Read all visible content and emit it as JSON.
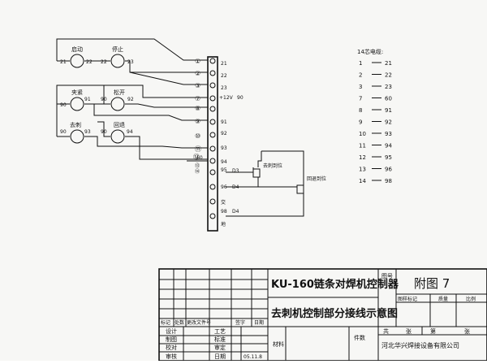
{
  "diagram": {
    "switches": [
      {
        "label": "启动",
        "left": "21",
        "right": "22"
      },
      {
        "label": "停止",
        "left": "22",
        "right": "23"
      },
      {
        "label": "夹紧",
        "left": "90",
        "right": "91"
      },
      {
        "label": "松开",
        "left": "90",
        "right": "92"
      },
      {
        "label": "去刺",
        "left": "90",
        "right": "93"
      },
      {
        "label": "回退",
        "left": "90",
        "right": "94"
      }
    ],
    "wire_numbers": [
      "①",
      "②",
      "③",
      "⑦",
      "⑧",
      "⑨",
      "⑩",
      "⑪",
      "⑫",
      "⑬",
      "⑭"
    ],
    "terminals": [
      "21",
      "22",
      "23",
      "+12V",
      "90",
      "91",
      "92",
      "93",
      "94",
      "95",
      "D3",
      "96",
      "D4",
      "交",
      "98",
      "地"
    ],
    "terminal_side_labels": {
      "t95": "D3",
      "t96": "D4",
      "t98": "D4"
    },
    "limit_switches": [
      {
        "label": "去刺到位"
      },
      {
        "label": "回退到位"
      }
    ],
    "wire_label_60": "60",
    "cable_title": "14芯电缆:",
    "cable_map": [
      {
        "core": "1",
        "terminal": "21"
      },
      {
        "core": "2",
        "terminal": "22"
      },
      {
        "core": "3",
        "terminal": "23"
      },
      {
        "core": "7",
        "terminal": "60"
      },
      {
        "core": "8",
        "terminal": "91"
      },
      {
        "core": "9",
        "terminal": "92"
      },
      {
        "core": "10",
        "terminal": "93"
      },
      {
        "core": "11",
        "terminal": "94"
      },
      {
        "core": "12",
        "terminal": "95"
      },
      {
        "core": "13",
        "terminal": "96"
      },
      {
        "core": "14",
        "terminal": "98"
      }
    ]
  },
  "title_block": {
    "product": "KU-160链条对焊机控制器",
    "drawing_title": "去刺机控制部分接线示意图",
    "figure_label": "图号",
    "figure_number": "附图 7",
    "mark_label": "图样标记",
    "weight_label": "质量",
    "scale_label": "比例",
    "total_label": "共",
    "sheet_unit": "张",
    "page_label": "第",
    "company": "河北华兴焊接设备有限公司",
    "material_label": "材料",
    "count_label": "件数",
    "rev_headers": [
      "标记",
      "处数",
      "更改文件号",
      "签字",
      "日期"
    ],
    "sign_rows": [
      {
        "role": "设计",
        "name": "",
        "role2": "工艺",
        "date": ""
      },
      {
        "role": "制图",
        "name": "",
        "role2": "标准",
        "date": ""
      },
      {
        "role": "校对",
        "name": "",
        "role2": "审定",
        "date": ""
      },
      {
        "role": "审核",
        "name": "",
        "role2": "日期",
        "date": "05.11.8"
      }
    ]
  }
}
